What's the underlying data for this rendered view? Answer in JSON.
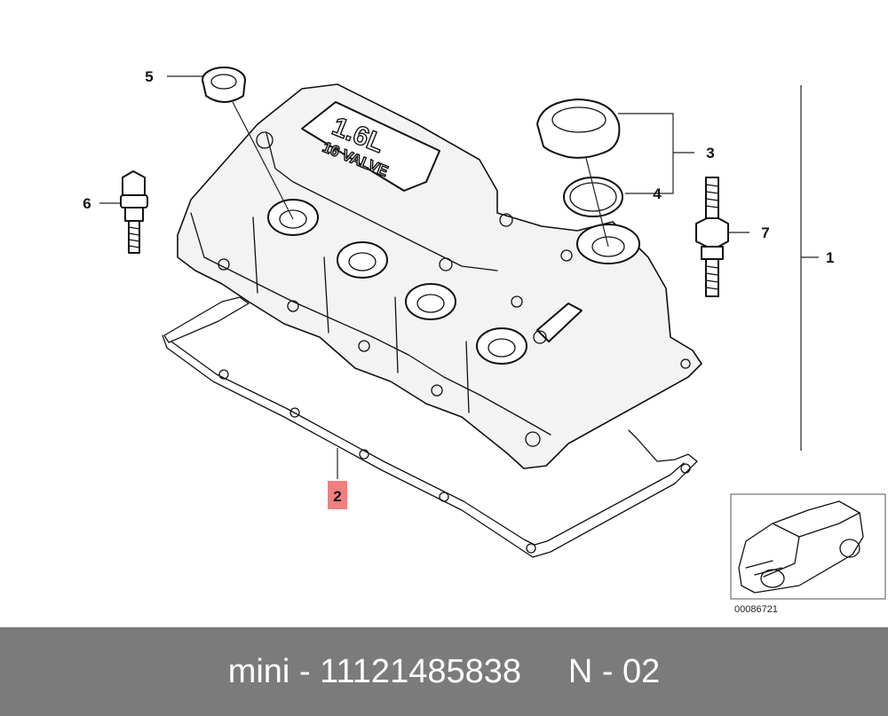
{
  "callouts": [
    {
      "id": "1",
      "label": "1"
    },
    {
      "id": "2",
      "label": "2"
    },
    {
      "id": "3",
      "label": "3"
    },
    {
      "id": "4",
      "label": "4"
    },
    {
      "id": "5",
      "label": "5"
    },
    {
      "id": "6",
      "label": "6"
    },
    {
      "id": "7",
      "label": "7"
    }
  ],
  "highlighted_callout": "2",
  "cover_emboss": {
    "line1": "1.6L",
    "line2": "16 VALVE"
  },
  "thumbnail": {
    "caption": "00086721",
    "icon": "car-icon"
  },
  "footer": {
    "brand": "mini",
    "part_number": "11121485838",
    "code": "N - 02",
    "separator": " - "
  },
  "colors": {
    "highlight": "#f08080",
    "footer_bg": "#7b7b7b",
    "footer_text": "#ffffff"
  }
}
